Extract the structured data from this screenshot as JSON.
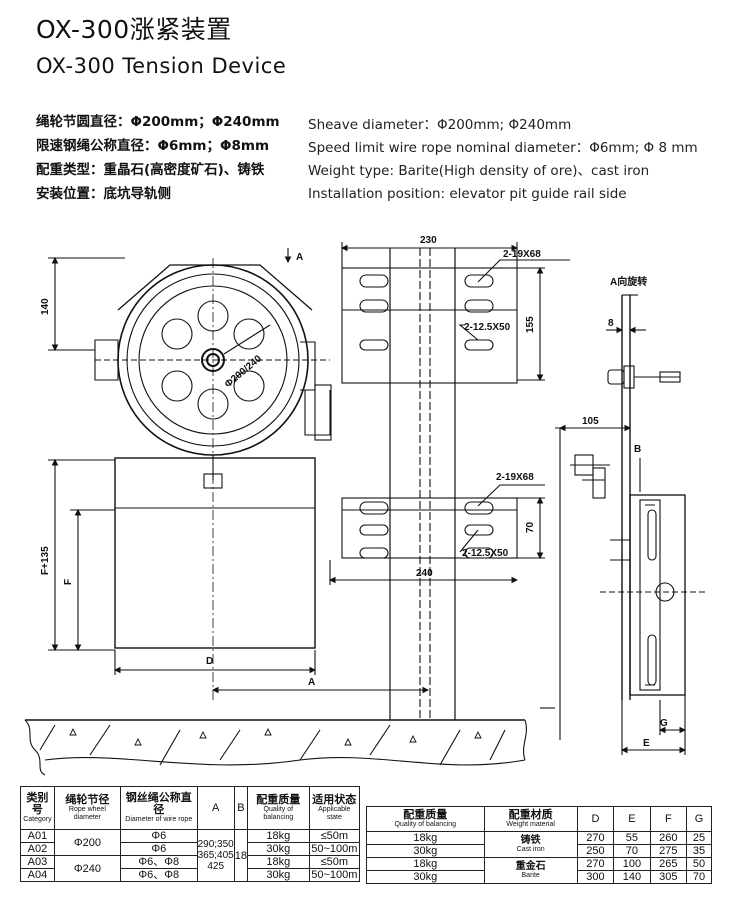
{
  "header": {
    "title_cn": "OX-300涨紧装置",
    "title_en": "OX-300 Tension Device"
  },
  "specs_cn": [
    "绳轮节圆直径：Φ200mm；Φ240mm",
    "限速钢绳公称直径：Φ6mm；Φ8mm",
    "配重类型：重晶石(高密度矿石)、铸铁",
    "安装位置：底坑导轨侧"
  ],
  "specs_en": [
    "Sheave diameter：Φ200mm; Φ240mm",
    "Speed limit wire rope nominal diameter：Φ6mm;  Φ 8 mm",
    "Weight  type: Barite(High density of ore)、cast  iron",
    "Installation position: elevator pit guide rail side"
  ],
  "drawing_labels": {
    "a_arrow": "A",
    "dim_140": "140",
    "dim_f135": "F+135",
    "dim_f": "F",
    "dim_d": "D",
    "dim_a": "A",
    "wheel_dia": "Φ200/240",
    "dim_230": "230",
    "hole_2_19x68_top": "2-19X68",
    "hole_2_12_5x50_top": "2-12.5X50",
    "dim_155": "155",
    "hole_2_19x68_bot": "2-19X68",
    "dim_70": "70",
    "hole_2_12_5x50_bot": "2-12.5X50",
    "dim_240": "240",
    "side_title": "A向旋转",
    "dim_8": "8",
    "dim_105": "105",
    "dim_b": "B",
    "dim_g": "G",
    "dim_e": "E"
  },
  "table1": {
    "headers": [
      {
        "cn": "类别号",
        "en": "Category"
      },
      {
        "cn": "绳轮节径",
        "en": "Rope wheel diameter"
      },
      {
        "cn": "钢丝绳公称直径",
        "en": "Diameter of wire rope"
      },
      {
        "cn": "A",
        "en": ""
      },
      {
        "cn": "B",
        "en": ""
      },
      {
        "cn": "配重质量",
        "en": "Quality of balancing"
      },
      {
        "cn": "适用状态",
        "en": "Applicable state"
      }
    ],
    "categories": [
      "A01",
      "A02",
      "A03",
      "A04"
    ],
    "wheel_200": "Φ200",
    "wheel_240": "Φ240",
    "rope": [
      "Φ6",
      "Φ6",
      "Φ6、Φ8",
      "Φ6、Φ8"
    ],
    "a_value_lines": [
      "290;350",
      "365;405",
      "425"
    ],
    "b_value": "18",
    "mass": [
      "18kg",
      "30kg",
      "18kg",
      "30kg"
    ],
    "state": [
      "≤50m",
      "50~100m",
      "≤50m",
      "50~100m"
    ]
  },
  "table2": {
    "headers": [
      {
        "cn": "配重质量",
        "en": "Quality of balancing"
      },
      {
        "cn": "配重材质",
        "en": "Weight material"
      },
      {
        "cn": "D",
        "en": ""
      },
      {
        "cn": "E",
        "en": ""
      },
      {
        "cn": "F",
        "en": ""
      },
      {
        "cn": "G",
        "en": ""
      }
    ],
    "mass": [
      "18kg",
      "30kg",
      "18kg",
      "30kg"
    ],
    "material_iron_cn": "铸铁",
    "material_iron_en": "Cast iron",
    "material_barite_cn": "重金石",
    "material_barite_en": "Barite",
    "D": [
      "270",
      "250",
      "270",
      "300"
    ],
    "E": [
      "55",
      "70",
      "100",
      "140"
    ],
    "F": [
      "260",
      "275",
      "265",
      "305"
    ],
    "G": [
      "25",
      "35",
      "50",
      "70"
    ]
  }
}
